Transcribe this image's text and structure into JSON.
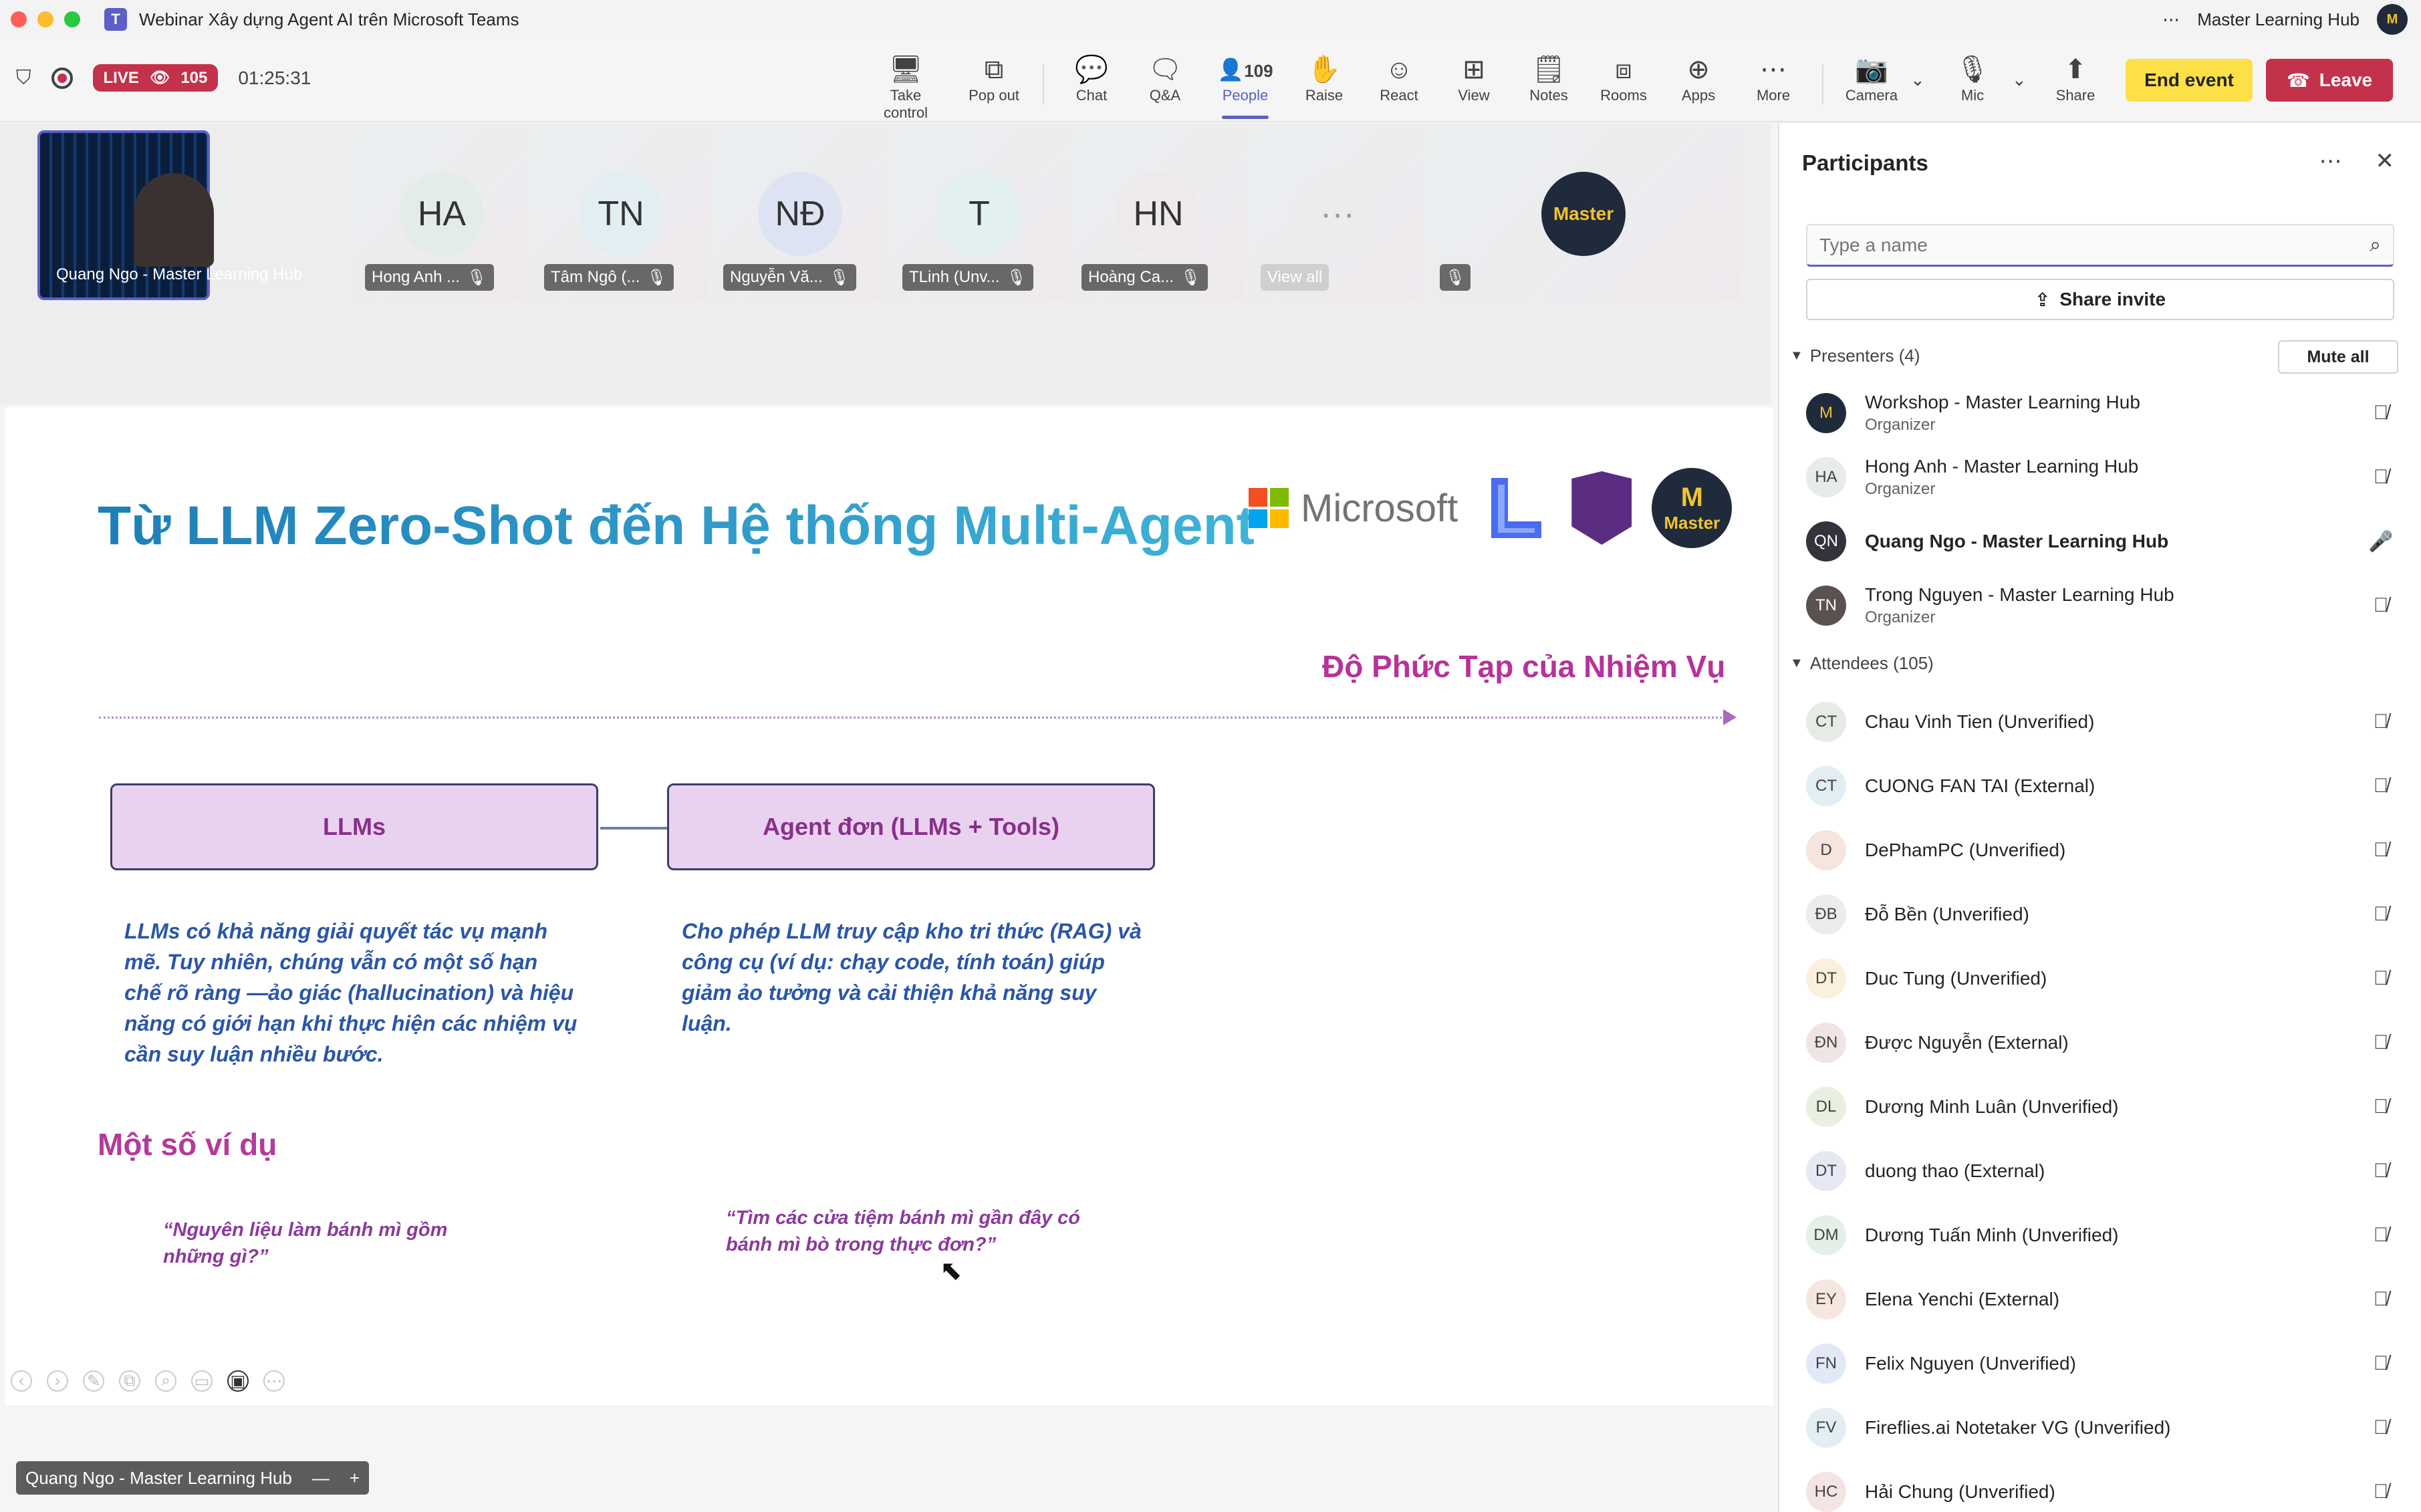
{
  "window": {
    "title": "Webinar Xây dựng Agent AI trên Microsoft Teams",
    "account_name": "Master Learning Hub",
    "more_icon": "ellipsis-icon"
  },
  "toolbar": {
    "live_label": "LIVE",
    "viewer_count": "105",
    "timer": "01:25:31",
    "buttons": [
      {
        "label": "Take control",
        "icon": "take-control-icon"
      },
      {
        "label": "Pop out",
        "icon": "pop-out-icon"
      },
      {
        "label": "Chat",
        "icon": "chat-icon"
      },
      {
        "label": "Q&A",
        "icon": "qa-icon"
      },
      {
        "label": "People",
        "icon": "people-icon",
        "count": "109"
      },
      {
        "label": "Raise",
        "icon": "hand-icon"
      },
      {
        "label": "React",
        "icon": "smile-icon"
      },
      {
        "label": "View",
        "icon": "grid-icon"
      },
      {
        "label": "Notes",
        "icon": "notes-icon"
      },
      {
        "label": "Rooms",
        "icon": "rooms-icon"
      },
      {
        "label": "Apps",
        "icon": "apps-icon"
      },
      {
        "label": "More",
        "icon": "more-icon"
      },
      {
        "label": "Camera",
        "icon": "camera-off-icon"
      },
      {
        "label": "Mic",
        "icon": "mic-off-icon"
      },
      {
        "label": "Share",
        "icon": "share-icon"
      }
    ],
    "end_event": "End event",
    "leave": "Leave"
  },
  "gallery": {
    "tiles": [
      {
        "initials": "",
        "name": "Quang Ngo - Master Learning Hub"
      },
      {
        "initials": "HA",
        "name": "Hong Anh ..."
      },
      {
        "initials": "TN",
        "name": "Tâm Ngô (..."
      },
      {
        "initials": "NĐ",
        "name": "Nguyễn Vă..."
      },
      {
        "initials": "T",
        "name": "TLinh (Unv..."
      },
      {
        "initials": "HN",
        "name": "Hoàng Ca..."
      },
      {
        "initials": "···",
        "name": "View all"
      },
      {
        "initials": "",
        "name": ""
      }
    ],
    "logo_text": "Master"
  },
  "slide": {
    "title": "Từ LLM Zero-Shot đến Hệ thống Multi-Agent",
    "microsoft_text": "Microsoft",
    "master_logo_text": "Master",
    "complexity_label": "Độ Phức Tạp của Nhiệm Vụ",
    "box1": "LLMs",
    "box2": "Agent đơn (LLMs + Tools)",
    "desc1": "LLMs có khả năng giải quyết tác vụ mạnh mẽ. Tuy nhiên, chúng vẫn có một số hạn chế rõ ràng —ảo giác (hallucination) và hiệu năng có giới hạn khi thực hiện các nhiệm vụ cần suy luận nhiều bước.",
    "desc2": "Cho phép LLM truy cập kho tri thức (RAG) và công cụ (ví dụ: chạy code, tính toán) giúp giảm ảo tưởng và cải thiện khả năng suy luận.",
    "examples_title": "Một số ví dụ",
    "quote1": "“Nguyên liệu làm bánh mì gồm những gì?”",
    "quote2": "“Tìm các cửa tiệm bánh mì gần đây có bánh mì bò trong thực đơn?”"
  },
  "presenter_tag": {
    "name": "Quang Ngo - Master Learning Hub",
    "minus": "—",
    "plus": "+"
  },
  "panel": {
    "title": "Participants",
    "search_placeholder": "Type a name",
    "share_invite": "Share invite",
    "presenters_label": "Presenters (4)",
    "mute_all": "Mute all",
    "attendees_label": "Attendees (105)",
    "presenters": [
      {
        "initials": "M",
        "name": "Workshop - Master Learning Hub",
        "role": "Organizer",
        "color": "#1f2a3a"
      },
      {
        "initials": "HA",
        "name": "Hong Anh - Master Learning Hub",
        "role": "Organizer",
        "color": "#e6ece8"
      },
      {
        "initials": "QN",
        "name": "Quang Ngo - Master Learning Hub",
        "role": "",
        "color": "#34323b"
      },
      {
        "initials": "TN",
        "name": "Trong Nguyen - Master Learning Hub",
        "role": "Organizer",
        "color": "#5b5250"
      }
    ],
    "attendees": [
      {
        "initials": "CT",
        "name": "Chau Vinh Tien (Unverified)",
        "color": "#e5ece6"
      },
      {
        "initials": "CT",
        "name": "CUONG FAN TAI (External)",
        "color": "#e3eef3"
      },
      {
        "initials": "D",
        "name": "DePhamPC (Unverified)",
        "color": "#f6e4df"
      },
      {
        "initials": "ĐB",
        "name": "Đỗ Bền (Unverified)",
        "color": "#ececec"
      },
      {
        "initials": "DT",
        "name": "Duc Tung (Unverified)",
        "color": "#fbf0dc"
      },
      {
        "initials": "ĐN",
        "name": "Được Nguyễn (External)",
        "color": "#f1e4e4"
      },
      {
        "initials": "DL",
        "name": "Dương Minh Luân (Unverified)",
        "color": "#eaf0e1"
      },
      {
        "initials": "DT",
        "name": "duong thao (External)",
        "color": "#e6e8f3"
      },
      {
        "initials": "DM",
        "name": "Dương Tuấn Minh (Unverified)",
        "color": "#e3efe7"
      },
      {
        "initials": "EY",
        "name": "Elena Yenchi (External)",
        "color": "#f6e6e0"
      },
      {
        "initials": "FN",
        "name": "Felix Nguyen (Unverified)",
        "color": "#e2e8f6"
      },
      {
        "initials": "FV",
        "name": "Fireflies.ai Notetaker VG (Unverified)",
        "color": "#e2eef1"
      },
      {
        "initials": "HC",
        "name": "Hải Chung (Unverified)",
        "color": "#f5e4e4"
      }
    ]
  }
}
